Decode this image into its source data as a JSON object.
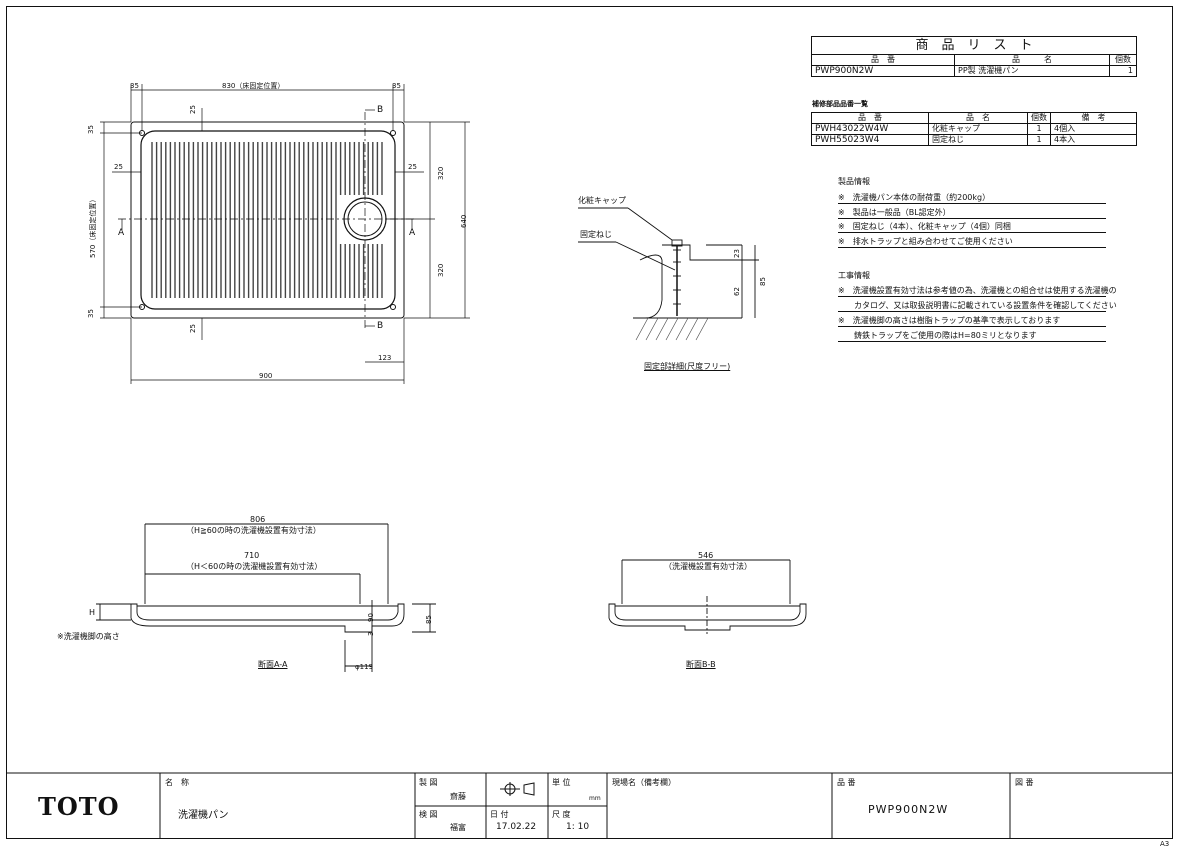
{
  "product_list": {
    "title": "商　品　リ　ス　ト",
    "header": {
      "code": "品　番",
      "name": "品　　　名",
      "qty": "個数"
    },
    "rows": [
      {
        "code": "PWP900N2W",
        "name": "PP製 洗濯機パン",
        "qty": "1"
      }
    ]
  },
  "parts_list": {
    "title": "補修部品品番一覧",
    "header": {
      "code": "品　番",
      "name": "品　名",
      "qty": "個数",
      "note": "備　考"
    },
    "rows": [
      {
        "code": "PWH43022W4W",
        "name": "化粧キャップ",
        "qty": "1",
        "note": "4個入"
      },
      {
        "code": "PWH55023W4",
        "name": "固定ねじ",
        "qty": "1",
        "note": "4本入"
      }
    ]
  },
  "product_info": {
    "title": "製品情報",
    "items": [
      "※　洗濯機パン本体の耐荷重（約200kg）",
      "※　製品は一般品（BL認定外）",
      "※　固定ねじ（4本）、化粧キャップ（4個）同梱",
      "※　排水トラップと組み合わせてご使用ください"
    ]
  },
  "work_info": {
    "title": "工事情報",
    "items": [
      "※　洗濯機設置有効寸法は参考値の為、洗濯機との組合せは使用する洗濯機の",
      "　　カタログ、又は取扱説明書に記載されている設置条件を確認してください",
      "※　洗濯機脚の高さは樹脂トラップの基準で表示しております",
      "　　鋳鉄トラップをご使用の際はH=80ミリとなります"
    ]
  },
  "plan_dims": {
    "top_left": "35",
    "top_mid": "830（床固定位置）",
    "top_right": "35",
    "left_top": "35",
    "left_mid": "570（床固定位置）",
    "left_bottom": "35",
    "inner_top": "25",
    "inner_bottom": "25",
    "inner_left": "25",
    "inner_right": "25",
    "right_upper": "320",
    "right_lower": "320",
    "right_total": "640",
    "bottom_123": "123",
    "bottom_total": "900",
    "sec_a": "A",
    "sec_b": "B"
  },
  "detail": {
    "cap_label": "化粧キャップ",
    "screw_label": "固定ねじ",
    "d23": "23",
    "d62": "62",
    "d85": "85",
    "caption": "固定部詳細(尺度フリー)"
  },
  "section_aa": {
    "d806": "806",
    "note806": "（H≧60の時の洗濯機設置有効寸法）",
    "d710": "710",
    "note710": "（H＜60の時の洗濯機設置有効寸法）",
    "h": "H",
    "d90": "90",
    "d3": "3",
    "d85": "85",
    "d119": "φ119",
    "leg_note": "※洗濯機脚の高さ",
    "caption": "断面A-A"
  },
  "section_bb": {
    "d546": "546",
    "note546": "（洗濯機設置有効寸法）",
    "caption": "断面B-B"
  },
  "title_block": {
    "logo": "TOTO",
    "name_label": "名　称",
    "name_value": "洗濯機パン",
    "drawn_label": "製 図",
    "drawn_value": "齋藤",
    "checked_label": "検 図",
    "checked_value": "福富",
    "date_label": "日 付",
    "date_value": "17.02.22",
    "unit_label": "単 位",
    "unit_value": "mm",
    "scale_label": "尺 度",
    "scale_value": "1: 10",
    "site_label": "現場名（備考欄）",
    "code_label": "品 番",
    "code_value": "PWP900N2W",
    "dwgno_label": "図 番",
    "sheet": "A3"
  }
}
